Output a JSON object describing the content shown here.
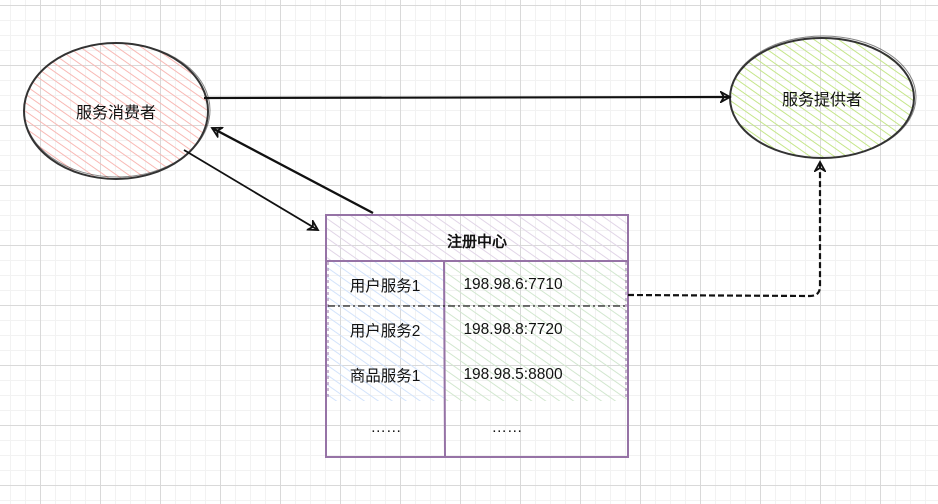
{
  "diagram": {
    "type": "sketch-architecture",
    "nodes": {
      "consumer": {
        "label": "服务消费者",
        "shape": "ellipse",
        "fill": "#f8cecc"
      },
      "provider": {
        "label": "服务提供者",
        "shape": "ellipse",
        "fill": "#cdeb8b"
      },
      "registry": {
        "title": "注册中心",
        "shape": "table",
        "stroke": "#9673a6",
        "header_fill": "#e1d5e7",
        "left_fill": "#dae8fc",
        "right_fill": "#d5e8d4",
        "rows": [
          {
            "service": "用户服务1",
            "address": "198.98.6:7710"
          },
          {
            "service": "用户服务2",
            "address": "198.98.8:7720"
          },
          {
            "service": "商品服务1",
            "address": "198.98.5:8800"
          },
          {
            "service": "……",
            "address": "……"
          }
        ]
      }
    },
    "edges": [
      {
        "from": "consumer",
        "to": "provider",
        "style": "solid"
      },
      {
        "from": "consumer",
        "to": "registry",
        "style": "solid"
      },
      {
        "from": "registry",
        "to": "consumer",
        "style": "solid"
      },
      {
        "from": "registry.row0",
        "to": "provider",
        "style": "dashed"
      }
    ]
  }
}
